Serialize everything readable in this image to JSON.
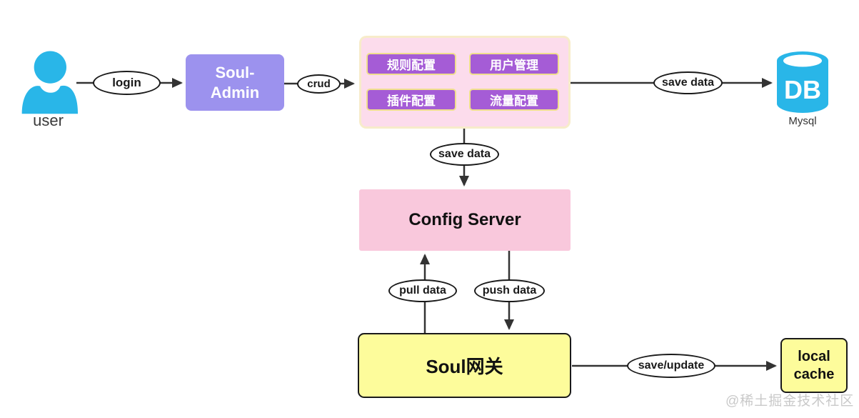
{
  "diagram": {
    "user": {
      "label": "user"
    },
    "admin": {
      "line1": "Soul-",
      "line2": "Admin"
    },
    "modules": [
      "规则配置",
      "用户管理",
      "插件配置",
      "流量配置"
    ],
    "db": {
      "label": "DB",
      "caption": "Mysql"
    },
    "config_server": {
      "label": "Config Server"
    },
    "gateway": {
      "label": "Soul网关"
    },
    "local_cache": {
      "label": "local cache"
    },
    "edges": {
      "login": "login",
      "crud": "crud",
      "save_data_db": "save data",
      "save_data_config": "save data",
      "pull_data": "pull data",
      "push_data": "push data",
      "save_update": "save/update"
    },
    "watermark": "@稀土掘金技术社区",
    "colors": {
      "icon_cyan": "#29b6e8",
      "admin_purple": "#9c92ee",
      "module_purple": "#a55cd6",
      "module_border_gold": "#f0df8e",
      "panel_pink": "#fcdcec",
      "panel_border_cream": "#f7ecca",
      "config_pink": "#f9c8dc",
      "gateway_yellow": "#fdfc9b",
      "line_dark": "#333333",
      "watermark_gray": "#c9c9c9"
    }
  }
}
